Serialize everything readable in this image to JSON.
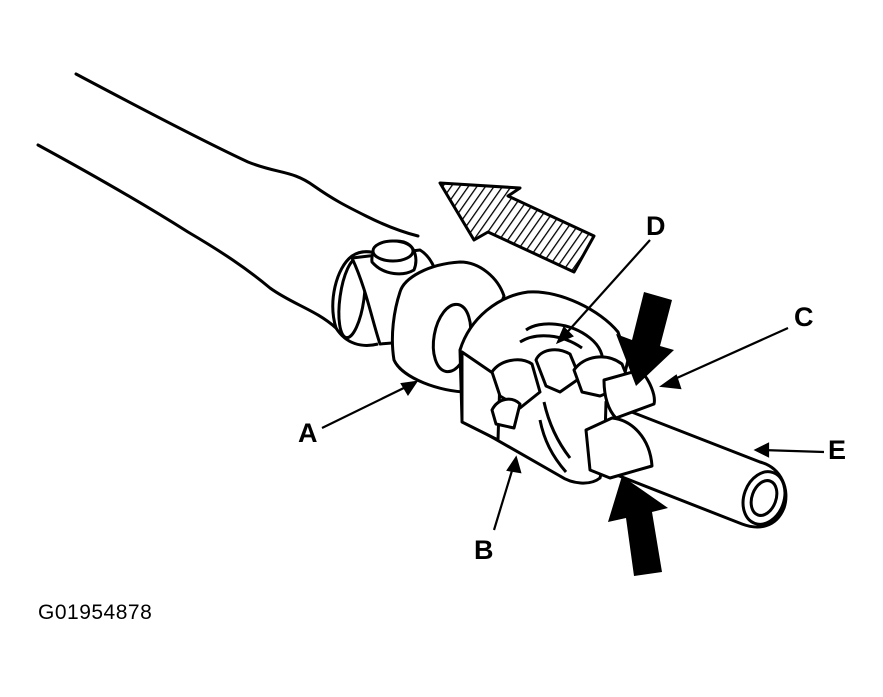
{
  "figure_id": "G01954878",
  "callouts": {
    "a": "A",
    "b": "B",
    "c": "C",
    "d": "D",
    "e": "E"
  }
}
